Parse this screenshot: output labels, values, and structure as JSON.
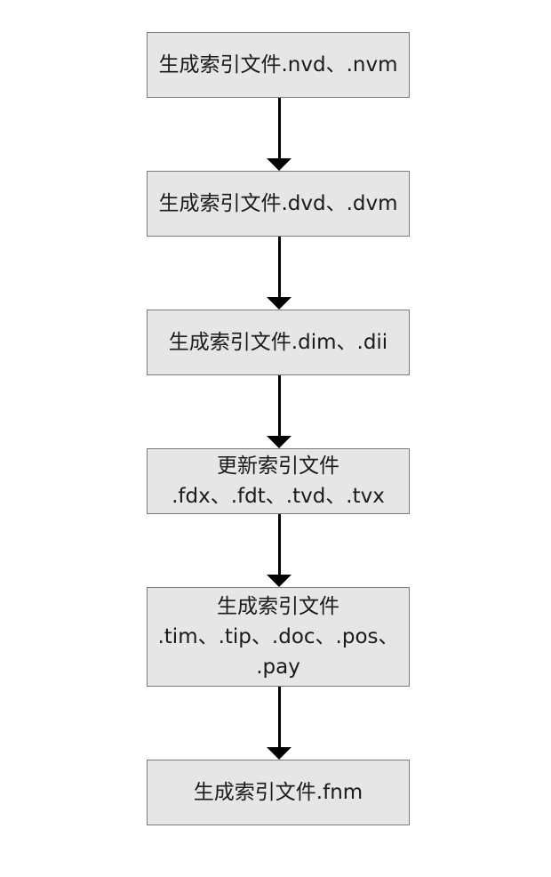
{
  "flowchart": {
    "steps": [
      {
        "lines": [
          "生成索引文件.nvd、.nvm"
        ]
      },
      {
        "lines": [
          "生成索引文件.dvd、.dvm"
        ]
      },
      {
        "lines": [
          "生成索引文件.dim、.dii"
        ]
      },
      {
        "lines": [
          "更新索引文件",
          ".fdx、.fdt、.tvd、.tvx"
        ]
      },
      {
        "lines": [
          "生成索引文件",
          ".tim、.tip、.doc、.pos、",
          ".pay"
        ]
      },
      {
        "lines": [
          "生成索引文件.fnm"
        ]
      }
    ],
    "colors": {
      "box_fill": "#e6e6e6",
      "box_border": "#7a7a7a",
      "arrow": "#000000",
      "text": "#1a1a1a"
    }
  }
}
